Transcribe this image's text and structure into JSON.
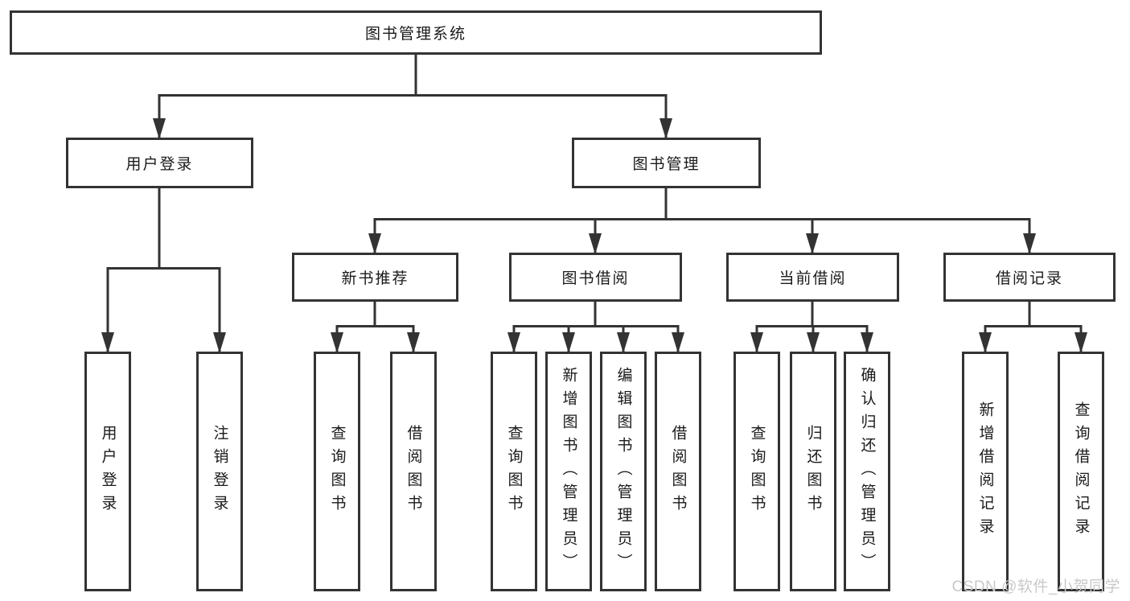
{
  "diagram": {
    "title": "图书管理系统",
    "colors": {
      "line": "#333333",
      "border": "#333333",
      "text": "#1a1a1a",
      "background": "#ffffff",
      "watermark": "#c9c9c9"
    },
    "nodes": {
      "root": {
        "label": "图书管理系统"
      },
      "user_login": {
        "label": "用户登录"
      },
      "book_mgmt": {
        "label": "图书管理"
      },
      "new_book_rec": {
        "label": "新书推荐"
      },
      "book_borrow": {
        "label": "图书借阅"
      },
      "current_borrow": {
        "label": "当前借阅"
      },
      "borrow_record": {
        "label": "借阅记录"
      },
      "leaf_user_login": {
        "label": "用户登录"
      },
      "leaf_logout": {
        "label": "注销登录"
      },
      "leaf_ns_query": {
        "label": "查询图书"
      },
      "leaf_ns_borrow": {
        "label": "借阅图书"
      },
      "leaf_tb_query": {
        "label": "查询图书"
      },
      "leaf_tb_add": {
        "label": "新增图书（管理员）"
      },
      "leaf_tb_edit": {
        "label": "编辑图书（管理员）"
      },
      "leaf_tb_borrow": {
        "label": "借阅图书"
      },
      "leaf_cb_query": {
        "label": "查询图书"
      },
      "leaf_cb_return": {
        "label": "归还图书"
      },
      "leaf_cb_confirm": {
        "label": "确认归还（管理员）"
      },
      "leaf_br_add": {
        "label": "新增借阅记录"
      },
      "leaf_br_query": {
        "label": "查询借阅记录"
      }
    },
    "watermark": "CSDN @软件_小贺同学"
  }
}
